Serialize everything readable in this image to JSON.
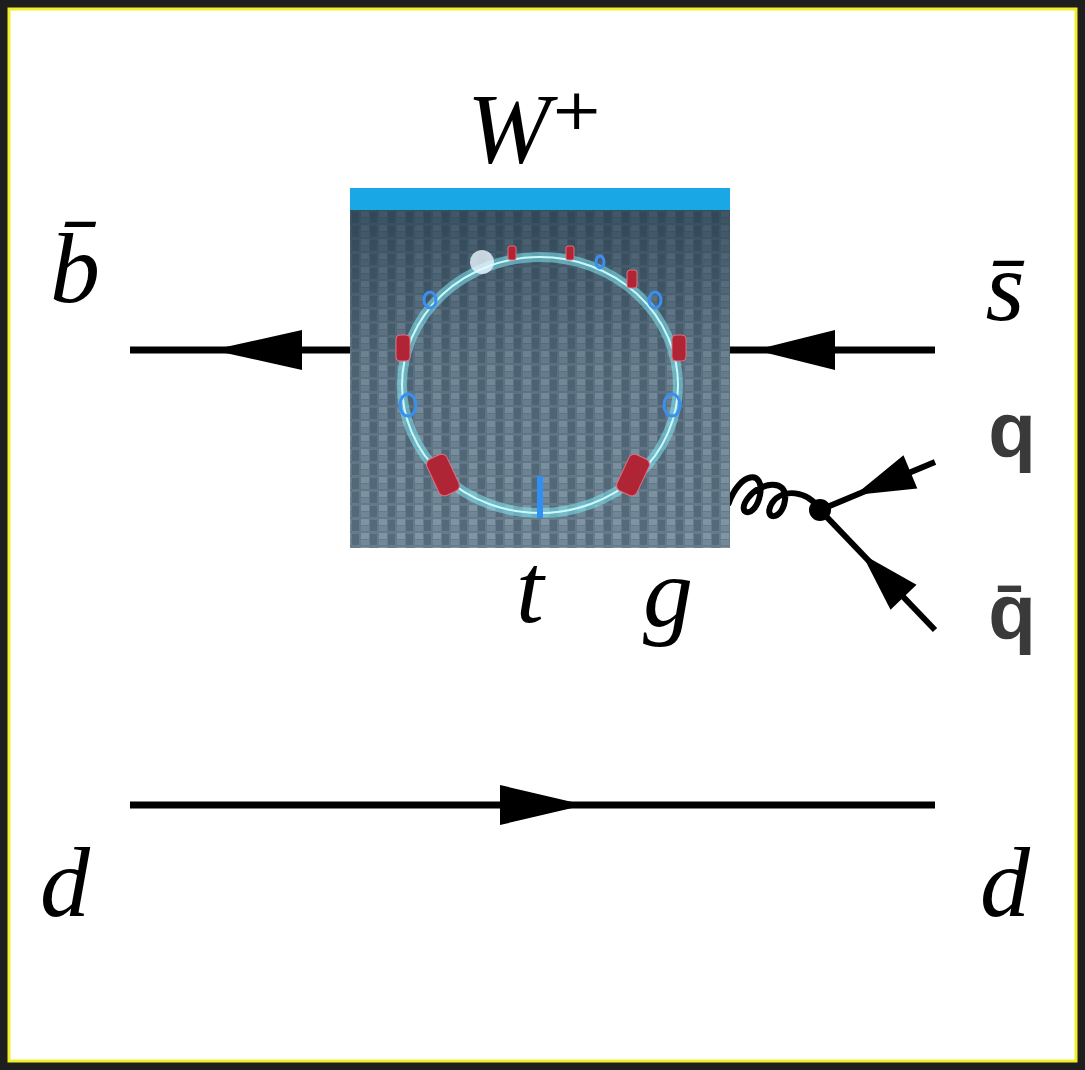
{
  "diagram": {
    "labels": [
      "W⁺",
      "b̄",
      "s̄",
      "q",
      "q̄",
      "t",
      "g",
      "d",
      "d"
    ]
  }
}
